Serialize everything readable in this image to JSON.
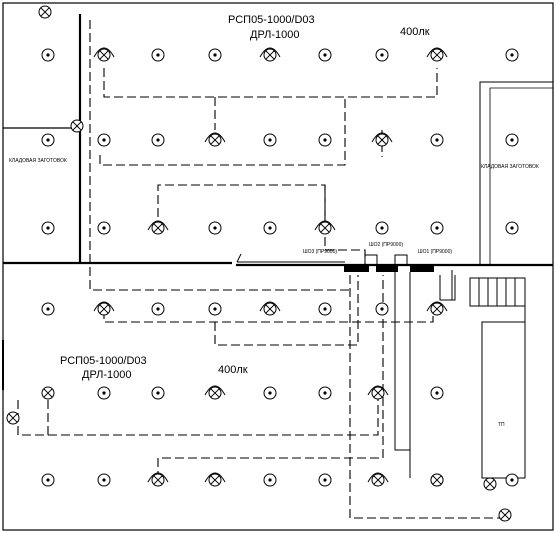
{
  "labels": {
    "upper_fixture": "РСП05-1000/D03",
    "upper_lamp": "ДРЛ-1000",
    "upper_lux": "400лк",
    "lower_fixture": "РСП05-1000/D03",
    "lower_lamp": "ДРЛ-1000",
    "lower_lux": "400лк",
    "storage_left": "КЛАДОВАЯ ЗАГОТОВОК",
    "storage_right": "КЛАДОВАЯ ЗАГОТОВОК",
    "panel_1": "ШО1 (ПР9000)",
    "panel_2": "ШО2 (ПР9000)",
    "panel_3": "ШО3 (ПР9000)",
    "tp": "ТП"
  },
  "legend": {
    "lamp_symbol": "fixture-dot-icon",
    "working_lamp_symbol": "fixture-cross-icon",
    "emergency_lamp_symbol": "emergency-cross-icon"
  }
}
